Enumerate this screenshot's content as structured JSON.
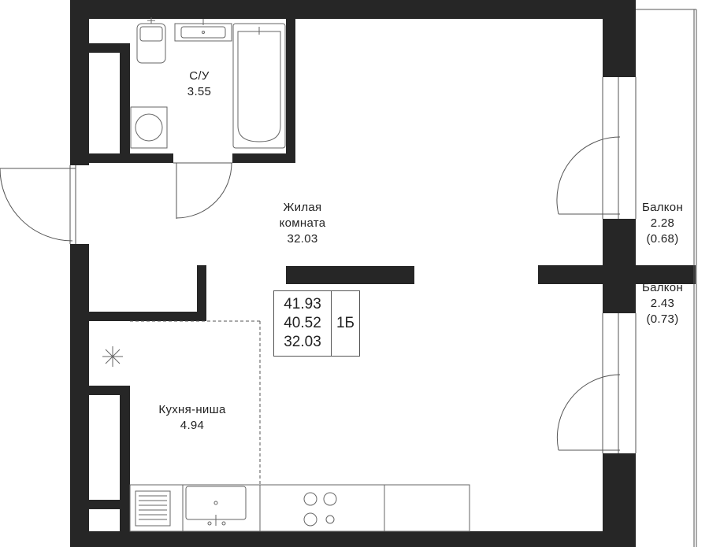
{
  "rooms": {
    "bathroom": {
      "name": "С/У",
      "area": "3.55"
    },
    "living": {
      "name_line1": "Жилая",
      "name_line2": "комната",
      "area": "32.03"
    },
    "kitchen": {
      "name": "Кухня-ниша",
      "area": "4.94"
    },
    "balcony1": {
      "name": "Балкон",
      "area": "2.28",
      "reduced": "(0.68)"
    },
    "balcony2": {
      "name": "Балкон",
      "area": "2.43",
      "reduced": "(0.73)"
    }
  },
  "summary": {
    "total_area": "41.93",
    "total_without_balcony": "40.52",
    "living_area": "32.03",
    "apartment_type": "1Б"
  },
  "colors": {
    "wall": "#262626",
    "line": "#555555",
    "background": "#ffffff"
  },
  "fixtures": [
    "toilet-icon",
    "sink-icon",
    "bathtub-icon",
    "washing-machine-icon",
    "kitchen-sink-icon",
    "cooktop-icon",
    "dishwasher-icon",
    "ventilation-icon"
  ]
}
